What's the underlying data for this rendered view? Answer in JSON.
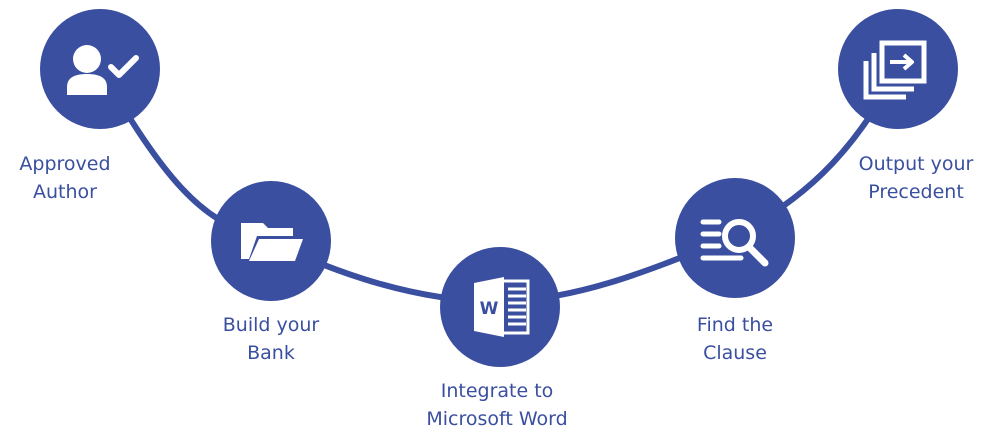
{
  "colors": {
    "primary": "#3a4fa0",
    "background": "#ffffff"
  },
  "steps": [
    {
      "id": "approved-author",
      "icon": "user-check-icon",
      "label_lines": [
        "Approved",
        "Author"
      ]
    },
    {
      "id": "build-bank",
      "icon": "folder-icon",
      "label_lines": [
        "Build your",
        "Bank"
      ]
    },
    {
      "id": "integrate-word",
      "icon": "microsoft-word-icon",
      "label_lines": [
        "Integrate to",
        "Microsoft Word"
      ]
    },
    {
      "id": "find-clause",
      "icon": "search-list-icon",
      "label_lines": [
        "Find the",
        "Clause"
      ]
    },
    {
      "id": "output-precedent",
      "icon": "export-icon",
      "label_lines": [
        "Output your",
        "Precedent"
      ]
    }
  ]
}
